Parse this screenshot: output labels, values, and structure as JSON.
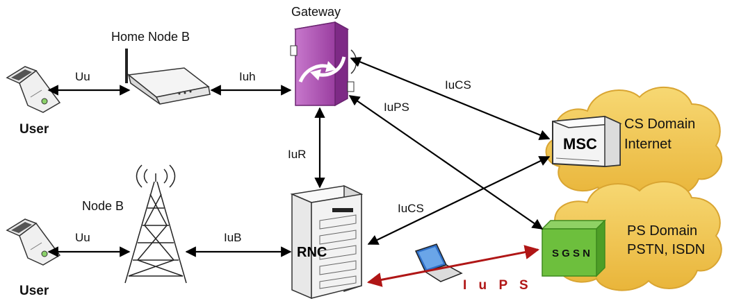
{
  "nodes": {
    "gateway": "Gateway",
    "home_node_b": "Home Node B",
    "node_b": "Node B",
    "user_top": "User",
    "user_bottom": "User",
    "rnc": "RNC",
    "msc": "MSC",
    "sgsn": "S G S N"
  },
  "clouds": {
    "cs_line1": "CS Domain",
    "cs_line2": "Internet",
    "ps_line1": "PS Domain",
    "ps_line2": "PSTN, ISDN"
  },
  "links": {
    "uu_top": "Uu",
    "iuh": "Iuh",
    "iucs_top": "IuCS",
    "iups_top": "IuPS",
    "iur": "IuR",
    "iucs_mid": "IuCS",
    "uu_bottom": "Uu",
    "iub": "IuB",
    "iups_red": "I u P S"
  },
  "colors": {
    "gateway": "#a24ba8",
    "cloud": "#f0c44a",
    "sgsn": "#6dbf3d",
    "red_link": "#b01616"
  }
}
